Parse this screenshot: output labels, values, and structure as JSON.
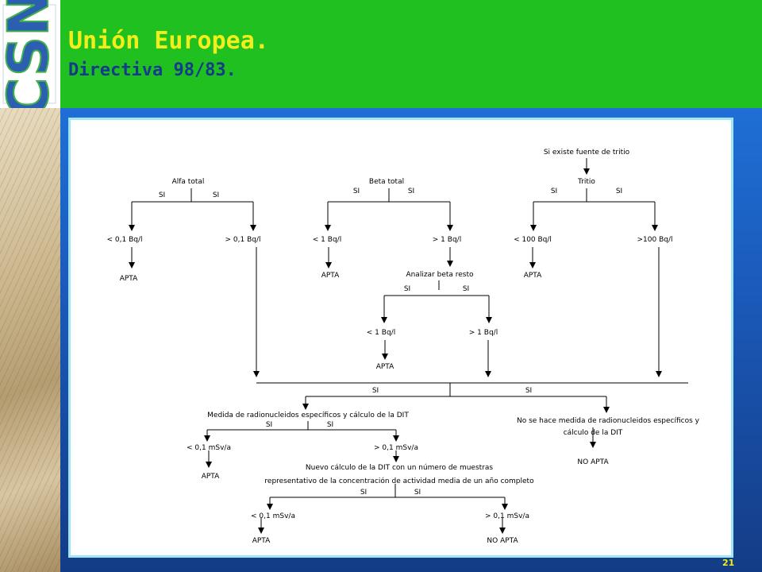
{
  "header": {
    "title": "Unión Europea.",
    "subtitle": "Directiva 98/83.",
    "logo_text": "CSN",
    "colors": {
      "header_bg": "#20c020",
      "title": "#f2ee1a",
      "subtitle": "#143a8a",
      "logo_blue": "#2d5fb0",
      "logo_green": "#3fb04a"
    }
  },
  "footer": {
    "page_number": "21"
  },
  "diagram": {
    "tritio_condition": "Si existe fuente de tritio",
    "alfa_title": "Alfa total",
    "beta_title": "Beta total",
    "tritio_title": "Tritio",
    "si": "SI",
    "alfa_low": "< 0,1 Bq/l",
    "alfa_high": "> 0,1 Bq/l",
    "beta_low": "< 1 Bq/l",
    "beta_high": "> 1 Bq/l",
    "tritio_low": "< 100 Bq/l",
    "tritio_high": ">100 Bq/l",
    "apta": "APTA",
    "no_apta": "NO APTA",
    "analizar_beta": "Analizar beta resto",
    "beta_resto_low": "< 1 Bq/l",
    "beta_resto_high": "> 1 Bq/l",
    "medida_dit": "Medida de radionucleidos específicos y cálculo de la DIT",
    "no_medida_1": "No se hace medida de radionucleidos específicos y",
    "no_medida_2": "cálculo de la DIT",
    "dit_low": "< 0,1 mSv/a",
    "dit_high": "> 0,1 mSv/a",
    "nuevo_calculo_1": "Nuevo cálculo de la DIT con un número de muestras",
    "nuevo_calculo_2": "representativo de la concentración de actividad media de un año completo",
    "final_low": "< 0,1 mSv/a",
    "final_high": "> 0,1 mSv/a"
  }
}
